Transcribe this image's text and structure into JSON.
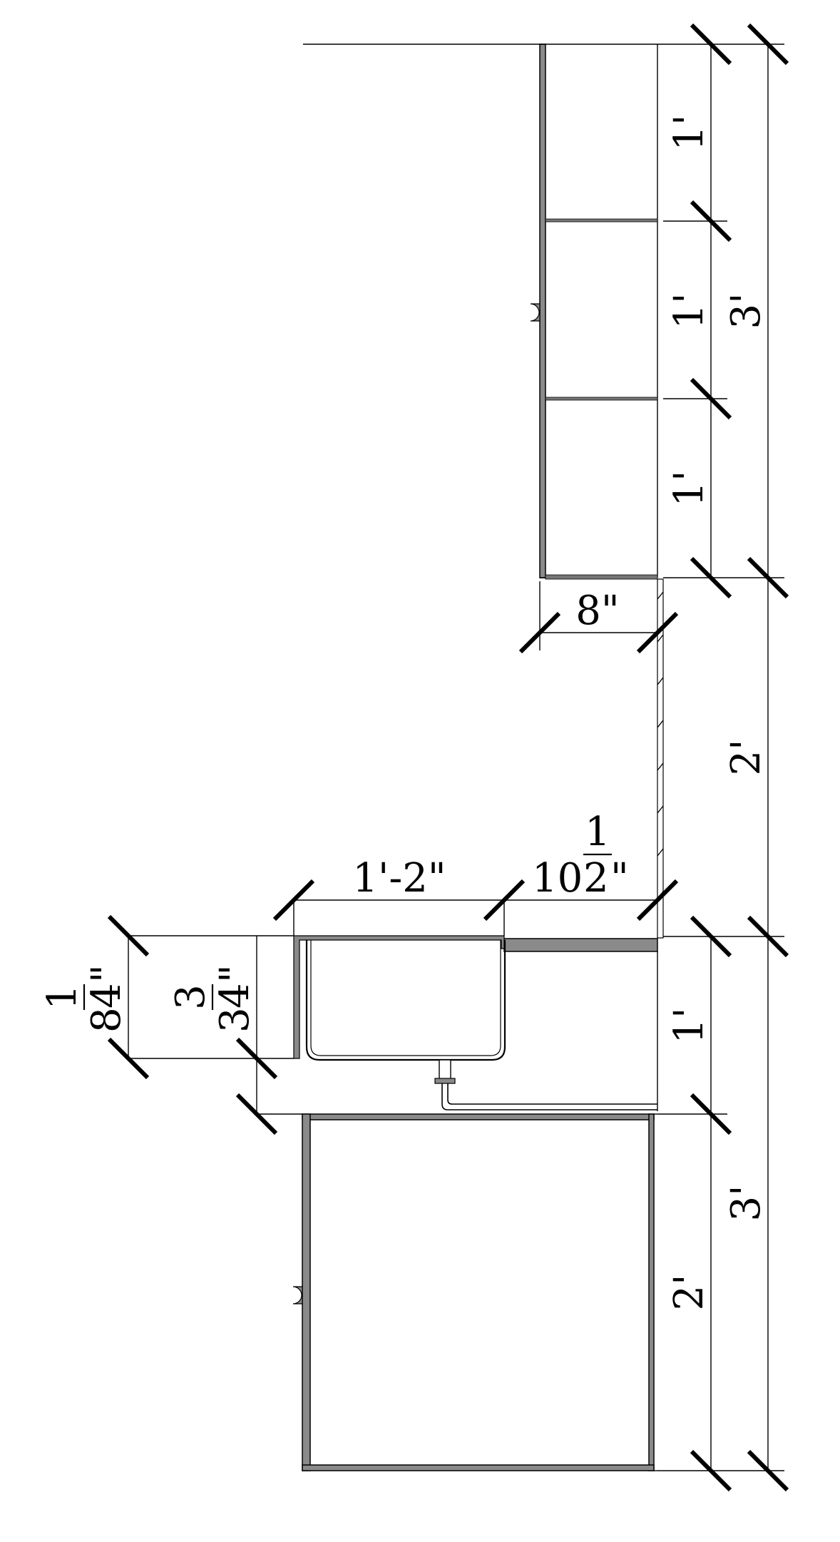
{
  "dimensions": {
    "upper_cabinet_shelf_top": "1'",
    "upper_cabinet_shelf_middle": "1'",
    "upper_cabinet_shelf_bottom": "1'",
    "upper_cabinet_total": "3'",
    "upper_cabinet_depth": "8\"",
    "backsplash_height": "2'",
    "sink_width": "1'-2\"",
    "countertop_overhang": {
      "whole": "10",
      "numerator": "1",
      "denominator": "2",
      "unit": "\""
    },
    "sink_depth_upper": {
      "whole": "8",
      "numerator": "1",
      "denominator": "4",
      "unit": "\""
    },
    "sink_depth_lower": {
      "whole": "3",
      "numerator": "3",
      "denominator": "4",
      "unit": "\""
    },
    "sink_zone": "1'",
    "base_cabinet_height": "2'",
    "base_cabinet_total": "3'"
  },
  "colors": {
    "line": "#000000",
    "wall_fill": "#8a8a8a",
    "background": "#ffffff"
  }
}
